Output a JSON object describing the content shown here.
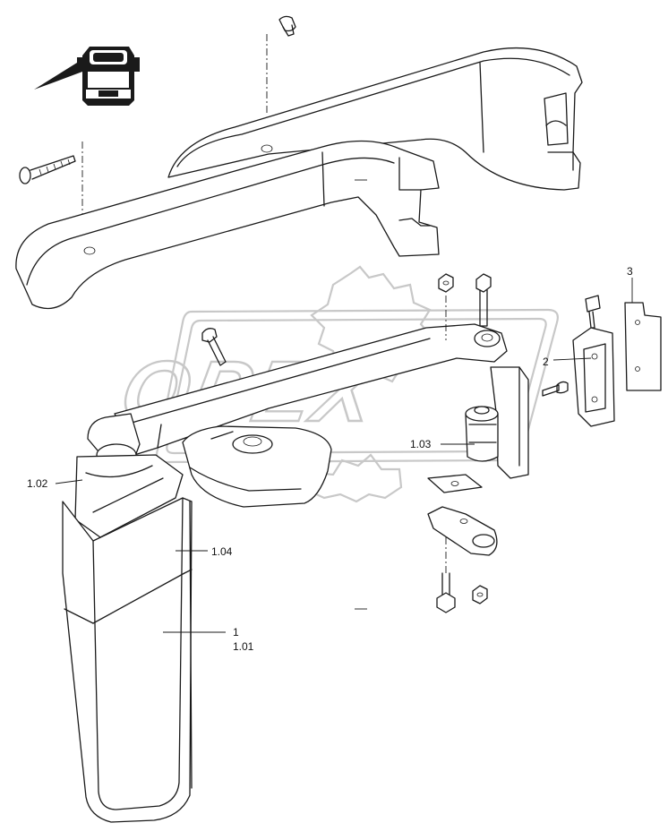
{
  "callouts": {
    "c3": "3",
    "c2": "2",
    "c103": "1.03",
    "c102": "1.02",
    "c104": "1.04",
    "c1": "1",
    "c101": "1.01"
  },
  "watermark": {
    "text": "OPEX"
  },
  "colors": {
    "line": "#1a1a1a",
    "watermark": "#c8c8c8",
    "background": "#ffffff"
  }
}
